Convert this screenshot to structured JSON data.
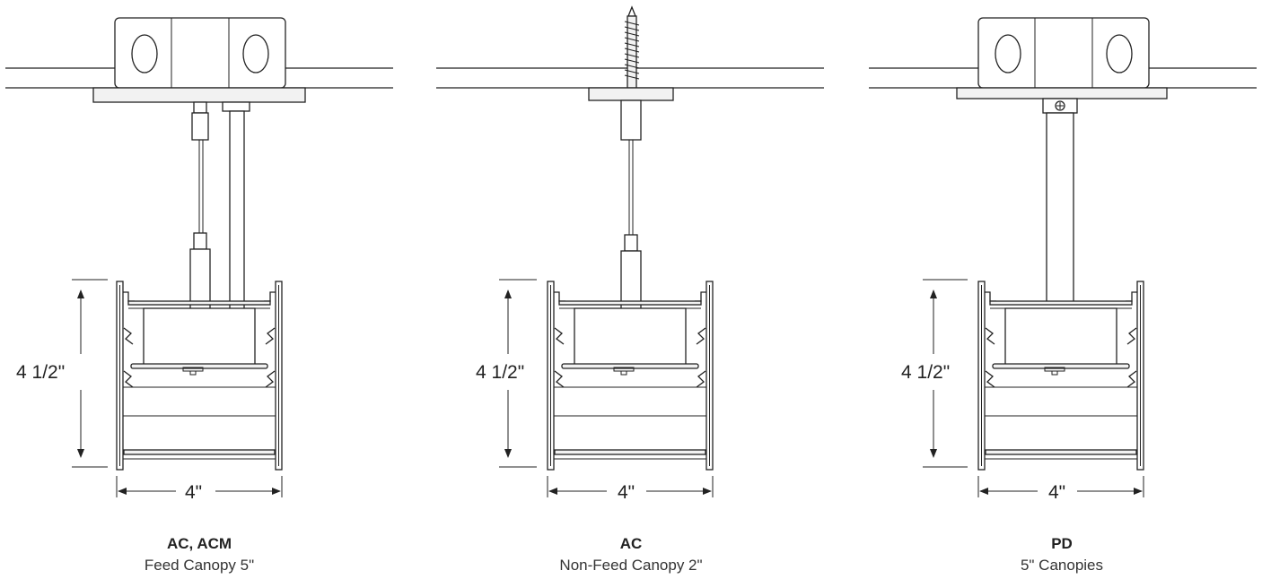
{
  "figures": [
    {
      "id": "feed",
      "dim_height": "4 1/2\"",
      "dim_width": "4\"",
      "title": "AC, ACM",
      "subtitle": "Feed Canopy 5\""
    },
    {
      "id": "nonfeed",
      "dim_height": "4 1/2\"",
      "dim_width": "4\"",
      "title": "AC",
      "subtitle": "Non-Feed Canopy 2\""
    },
    {
      "id": "pd",
      "dim_height": "4 1/2\"",
      "dim_width": "4\"",
      "title": "PD",
      "subtitle": "5\" Canopies"
    }
  ]
}
